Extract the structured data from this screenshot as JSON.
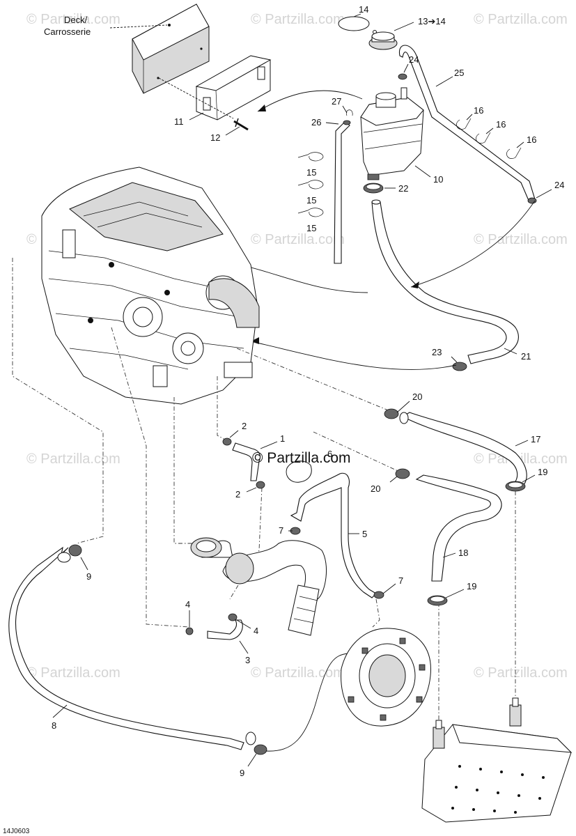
{
  "deck_label": {
    "line1": "Deck/",
    "line2": "Carrosserie"
  },
  "drawing_code": "14J0603",
  "watermark": "© Partzilla.com",
  "callouts": [
    {
      "id": "c14",
      "text": "14"
    },
    {
      "id": "c13",
      "text": "13➔14"
    },
    {
      "id": "c24a",
      "text": "24"
    },
    {
      "id": "c25",
      "text": "25"
    },
    {
      "id": "c27",
      "text": "27"
    },
    {
      "id": "c26",
      "text": "26"
    },
    {
      "id": "c16a",
      "text": "16"
    },
    {
      "id": "c16b",
      "text": "16"
    },
    {
      "id": "c16c",
      "text": "16"
    },
    {
      "id": "c11",
      "text": "11"
    },
    {
      "id": "c12",
      "text": "12"
    },
    {
      "id": "c15a",
      "text": "15"
    },
    {
      "id": "c15b",
      "text": "15"
    },
    {
      "id": "c15c",
      "text": "15"
    },
    {
      "id": "c10",
      "text": "10"
    },
    {
      "id": "c22",
      "text": "22"
    },
    {
      "id": "c24b",
      "text": "24"
    },
    {
      "id": "c23",
      "text": "23"
    },
    {
      "id": "c21",
      "text": "21"
    },
    {
      "id": "c20a",
      "text": "20"
    },
    {
      "id": "c17",
      "text": "17"
    },
    {
      "id": "c2a",
      "text": "2"
    },
    {
      "id": "c1",
      "text": "1"
    },
    {
      "id": "c6",
      "text": "6"
    },
    {
      "id": "c20b",
      "text": "20"
    },
    {
      "id": "c19a",
      "text": "19"
    },
    {
      "id": "c2b",
      "text": "2"
    },
    {
      "id": "c7a",
      "text": "7"
    },
    {
      "id": "c5",
      "text": "5"
    },
    {
      "id": "c18",
      "text": "18"
    },
    {
      "id": "c9a",
      "text": "9"
    },
    {
      "id": "c7b",
      "text": "7"
    },
    {
      "id": "c19b",
      "text": "19"
    },
    {
      "id": "c4a",
      "text": "4"
    },
    {
      "id": "c4b",
      "text": "4"
    },
    {
      "id": "c3",
      "text": "3"
    },
    {
      "id": "c8",
      "text": "8"
    },
    {
      "id": "c9b",
      "text": "9"
    }
  ]
}
